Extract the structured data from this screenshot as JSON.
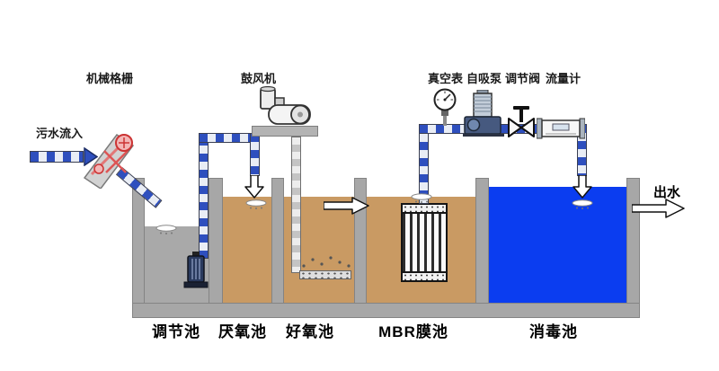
{
  "labels": {
    "inflow": "污水流入",
    "outflow": "出水",
    "mechanical_screen": "机械格栅",
    "blower": "鼓风机",
    "vacuum_gauge": "真空表",
    "self_priming_pump": "自吸泵",
    "regulating_valve": "调节阀",
    "flow_meter": "流量计"
  },
  "tanks": [
    {
      "name": "调节池",
      "water_color": "#a9a9a9"
    },
    {
      "name": "厌氧池",
      "water_color": "#c99a63"
    },
    {
      "name": "好氧池",
      "water_color": "#c99a63"
    },
    {
      "name": "MBR膜池",
      "water_color": "#c99a63"
    },
    {
      "name": "消毒池",
      "water_color": "#0b3df0"
    }
  ],
  "colors": {
    "wall": "#a7a7a7",
    "floor": "#a7a7a7",
    "pipe_blue": "#2e4fbe",
    "pipe_segment_light": "#e9edf5",
    "air_pipe_light": "#ededed",
    "arrow_fill": "#ffffff"
  }
}
